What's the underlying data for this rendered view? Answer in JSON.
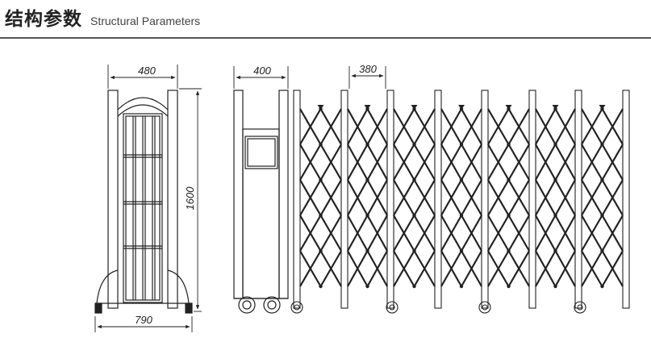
{
  "header": {
    "title_cn": "结构参数",
    "title_en": "Structural Parameters"
  },
  "dimensions": {
    "front_top_width": "480",
    "front_height": "1600",
    "front_base_width": "790",
    "side_width": "400",
    "panel_spacing": "380"
  },
  "colors": {
    "line": "#222222",
    "rule": "#555555"
  }
}
